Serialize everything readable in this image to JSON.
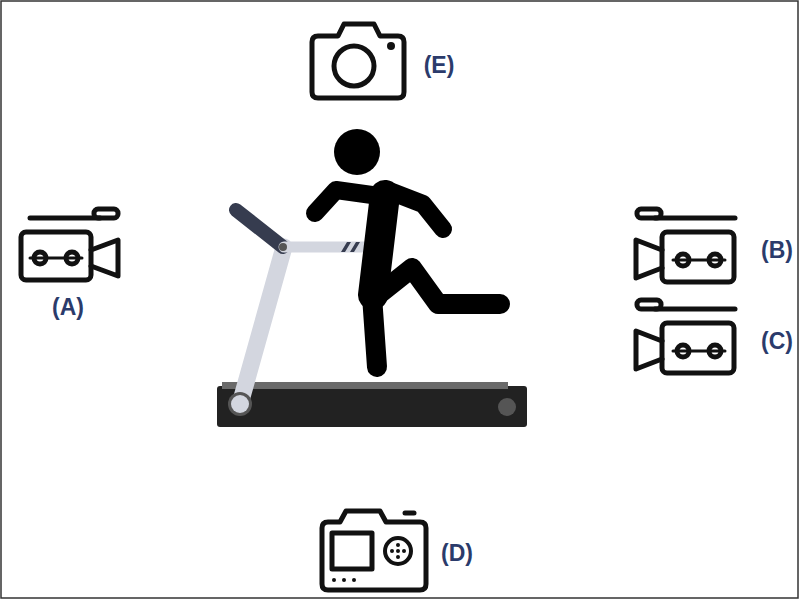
{
  "diagram": {
    "labels": [
      "(E)",
      "(A)",
      "(B)",
      "(C)",
      "(D)"
    ]
  }
}
